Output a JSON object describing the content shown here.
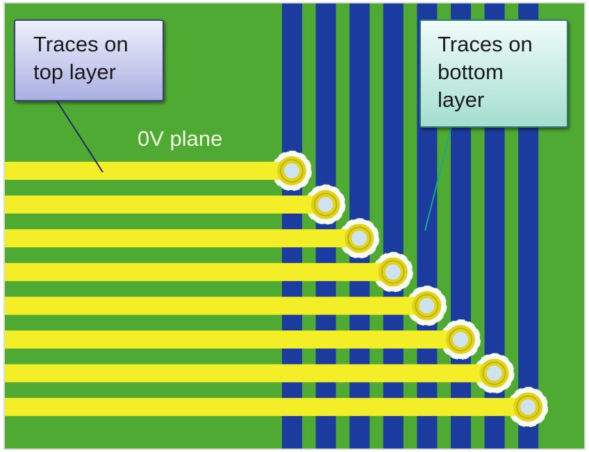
{
  "labels": {
    "top_layer_line1": "Traces on",
    "top_layer_line2": "top layer",
    "bottom_layer_line1": "Traces on",
    "bottom_layer_line2": "bottom",
    "bottom_layer_line3": "layer",
    "plane": "0V plane"
  },
  "counts": {
    "top_layer_traces": 8,
    "bottom_layer_traces": 8,
    "vias": 8
  },
  "colors": {
    "plane": "#4faa33",
    "top_trace": "#f3ee28",
    "bottom_trace": "#1c3b9e",
    "via_ring": "#e1d21a",
    "via_hole": "#cfe3ee",
    "antipad": "#f7fbf3"
  }
}
